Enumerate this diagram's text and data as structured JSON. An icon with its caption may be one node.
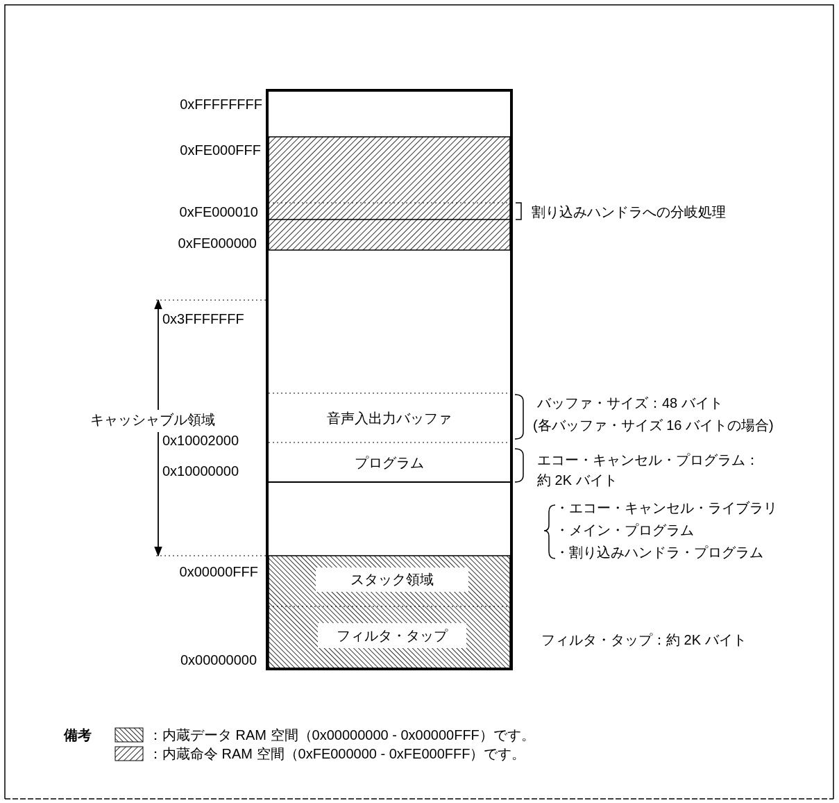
{
  "diagram": {
    "nodes": [
      {
        "text": [
          "音声入出力バッファ"
        ]
      },
      {
        "text": [
          "プログラム"
        ]
      },
      {
        "text": [
          "スタック領域"
        ]
      },
      {
        "text": [
          "フィルタ・タップ"
        ]
      }
    ],
    "labels": [
      "0xFFFFFFFF",
      "0xFE000FFF",
      "0xFE000010",
      "割り込みハンドラへの分岐処理",
      "0xFE000000",
      "0x3FFFFFFF",
      "キャッシャブル領域",
      "0x10002000",
      "0x10000000",
      "バッファ・サイズ：48 バイト",
      "(各バッファ・サイズ 16 バイトの場合)",
      "エコー・キャンセル・プログラム：",
      "約 2K バイト",
      "・エコー・キャンセル・ライブラリ",
      "・メイン・プログラム",
      "・割り込みハンドラ・プログラム",
      "0x00000FFF",
      "フィルタ・タップ：約 2K バイト",
      "0x00000000",
      "備考"
    ],
    "legend": [
      {
        "text": "：内蔵データ RAM 空間（0x00000000 - 0x00000FFF）です。"
      },
      {
        "text": "：内蔵命令 RAM 空間（0xFE000000 - 0xFE000FFF）です。"
      }
    ]
  }
}
